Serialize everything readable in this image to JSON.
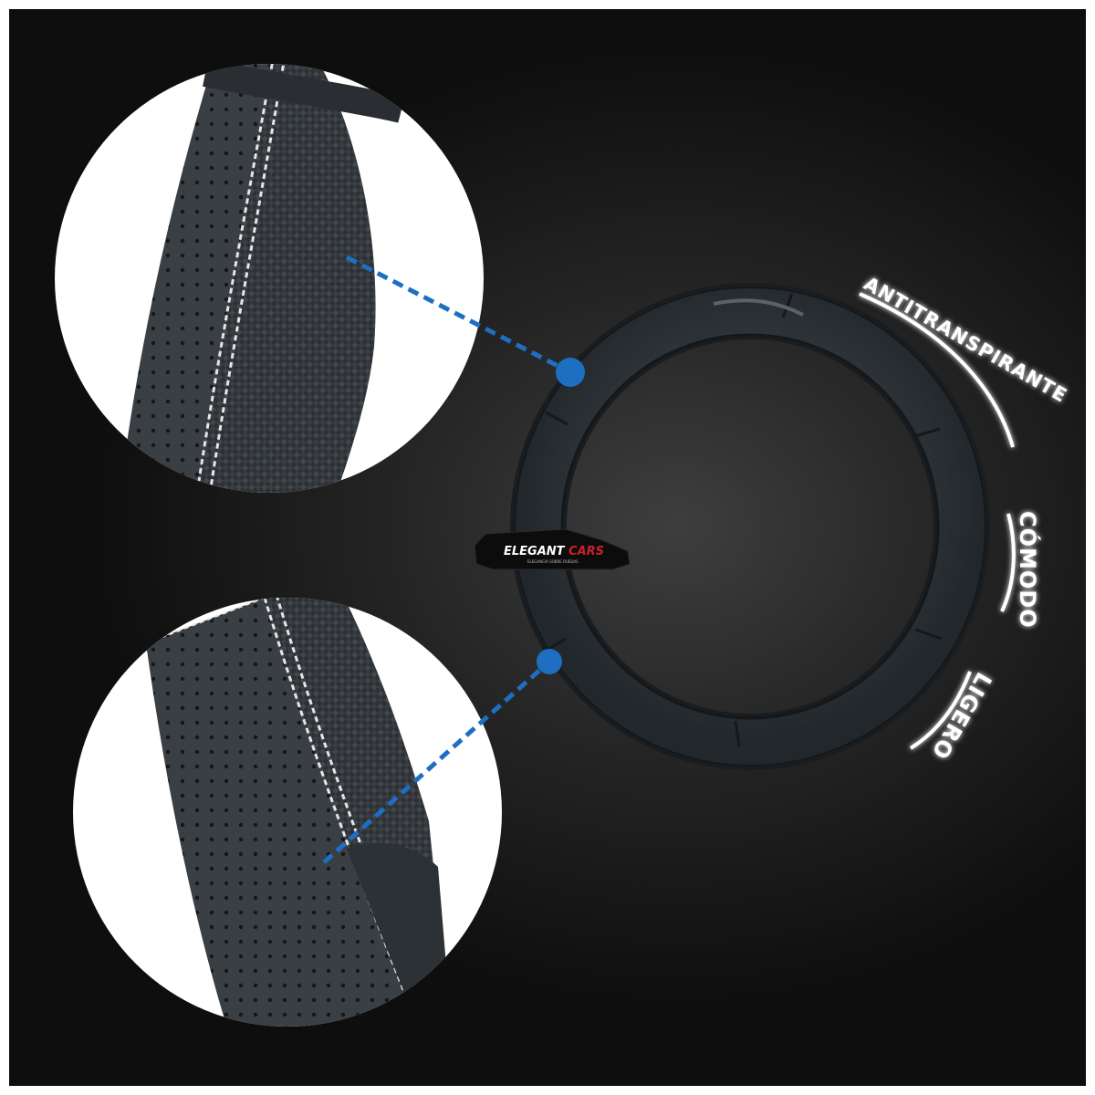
{
  "brand": {
    "name_part1": "ELEGANT",
    "name_part2": "CARS",
    "tagline": "ELEGANCIA SOBRE RUEDAS"
  },
  "features": {
    "antitranspirante": "ANTITRANSPIRANTE",
    "comodo": "CÓMODO",
    "ligero": "LIGERO"
  },
  "colors": {
    "accent_blue": "#1e6fc2",
    "background": "#1c1c1c",
    "logo_red": "#d0202a",
    "stitch": "#e6e6e6"
  },
  "callouts": [
    {
      "name": "top-detail",
      "icon": "zoom-callout-dot"
    },
    {
      "name": "bottom-detail",
      "icon": "zoom-callout-dot"
    }
  ]
}
